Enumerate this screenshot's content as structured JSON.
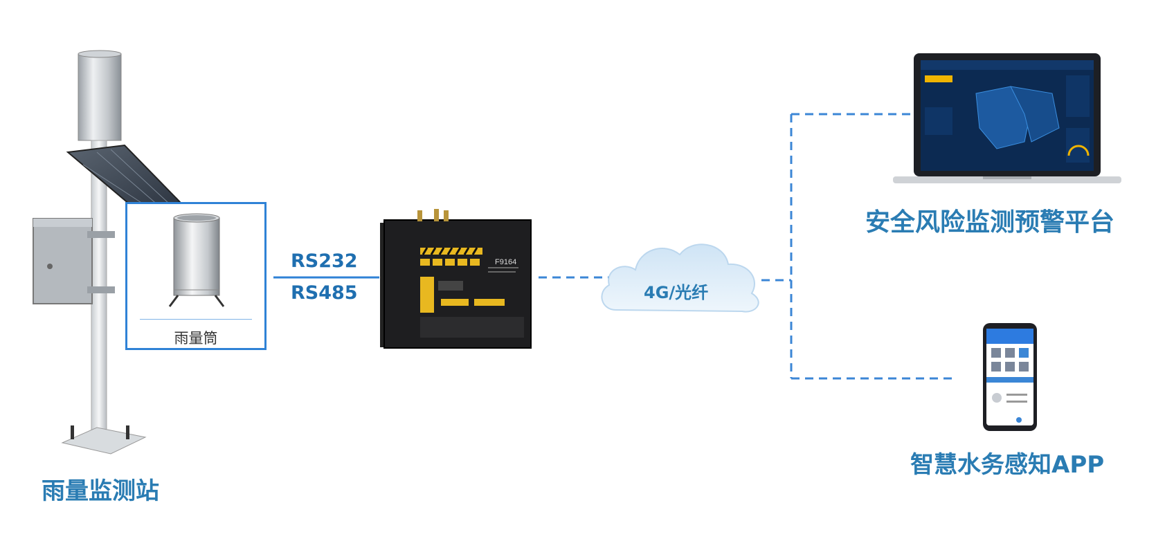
{
  "nodes": {
    "station": {
      "label": "雨量监测站"
    },
    "gauge": {
      "label": "雨量筒"
    },
    "rtu": {
      "model": "F9164"
    },
    "cloud": {
      "label": "4G/光纤"
    },
    "platform": {
      "label": "安全风险监测预警平台"
    },
    "app": {
      "label": "智慧水务感知APP"
    }
  },
  "links": {
    "serial": {
      "line1": "RS232",
      "line2": "RS485"
    }
  },
  "colors": {
    "accent": "#2a7cb3",
    "dash": "#3b86d6",
    "box_border": "#2f82d6"
  }
}
